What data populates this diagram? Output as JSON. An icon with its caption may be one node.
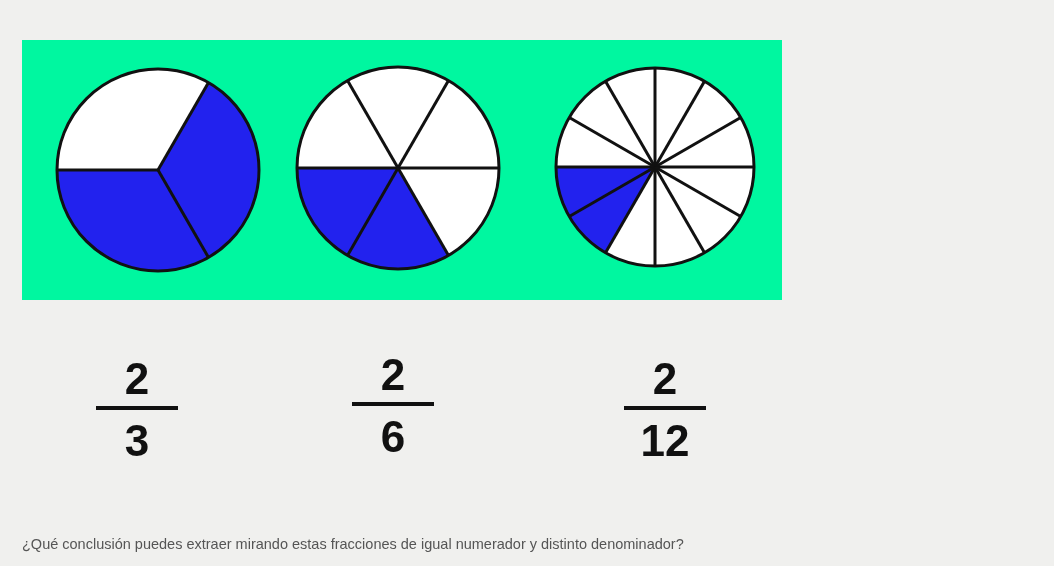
{
  "diagram": {
    "labels": [
      "2",
      "3",
      "2",
      "6",
      "2",
      "12",
      "¿Qué conclusión puedes extraer mirando estas fracciones de igual numerador y distinto denominador?"
    ]
  }
}
